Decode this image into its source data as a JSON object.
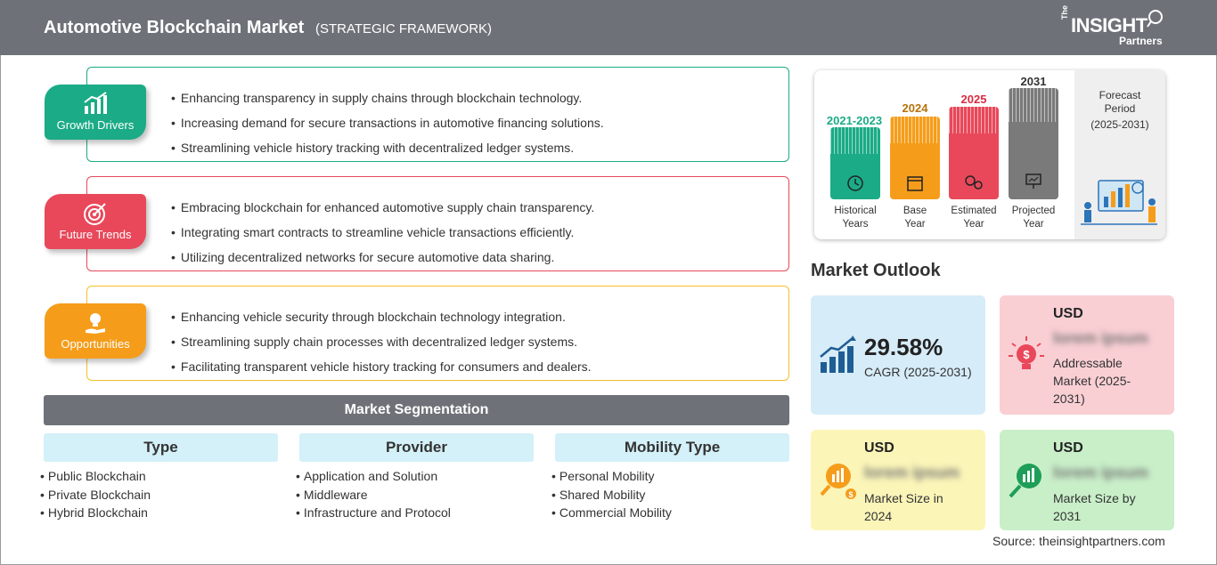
{
  "header": {
    "title": "Automotive Blockchain Market",
    "subtitle": "(STRATEGIC FRAMEWORK)"
  },
  "logo": {
    "the": "The",
    "insight": "INSIGHT",
    "partners": "Partners"
  },
  "framework": [
    {
      "label": "Growth Drivers",
      "color": "#1bab86",
      "icon": "growth-chart-icon",
      "points": [
        "Enhancing transparency in supply chains through blockchain technology.",
        "Increasing demand for secure transactions in automotive financing solutions.",
        "Streamlining vehicle history tracking with decentralized ledger systems."
      ]
    },
    {
      "label": "Future Trends",
      "color": "#e8485a",
      "icon": "target-icon",
      "points": [
        "Embracing blockchain for enhanced automotive supply chain transparency.",
        "Integrating smart contracts to streamline vehicle transactions efficiently.",
        "Utilizing decentralized networks for secure automotive data sharing."
      ]
    },
    {
      "label": "Opportunities",
      "color": "#f59d1b",
      "icon": "lightbulb-hand-icon",
      "points": [
        "Enhancing vehicle security through blockchain technology integration.",
        "Streamlining supply chain processes with decentralized ledger systems.",
        "Facilitating transparent vehicle history tracking for consumers and dealers."
      ]
    }
  ],
  "segmentation": {
    "title": "Market Segmentation",
    "columns": [
      {
        "header": "Type",
        "items": [
          "Public Blockchain",
          "Private Blockchain",
          "Hybrid Blockchain"
        ]
      },
      {
        "header": "Provider",
        "items": [
          "Application and Solution",
          "Middleware",
          "Infrastructure and Protocol"
        ]
      },
      {
        "header": "Mobility Type",
        "items": [
          "Personal Mobility",
          "Shared Mobility",
          "Commercial Mobility"
        ]
      }
    ]
  },
  "timeline": {
    "bars": [
      {
        "year": "2021-2023",
        "label1": "Historical",
        "label2": "Years",
        "color": "#1bab86",
        "icon": "history-clock-icon"
      },
      {
        "year": "2024",
        "label1": "Base",
        "label2": "Year",
        "color": "#f59d1b",
        "icon": "calendar-icon"
      },
      {
        "year": "2025",
        "label1": "Estimated",
        "label2": "Year",
        "color": "#e8485a",
        "icon": "gears-icon"
      },
      {
        "year": "2031",
        "label1": "Projected",
        "label2": "Year",
        "color": "#7a7a7a",
        "icon": "presentation-icon"
      }
    ],
    "forecast": {
      "line1": "Forecast",
      "line2": "Period",
      "range": "(2025-2031)"
    }
  },
  "outlook": {
    "title": "Market Outlook",
    "cagr": {
      "value": "29.58%",
      "label": "CAGR (2025-2031)",
      "bg": "#d6ecf8"
    },
    "addressable": {
      "usd": "USD",
      "value": "lorem ipsum",
      "desc1": "Addressable",
      "desc2": "Market (2025-",
      "desc3": "2031)",
      "bg": "#f9cfd4"
    },
    "size2024": {
      "usd": "USD",
      "value": "lorem ipsum",
      "desc1": "Market Size in",
      "desc2": "2024",
      "bg": "#fbf5b8"
    },
    "size2031": {
      "usd": "USD",
      "value": "lorem ipsum",
      "desc1": "Market Size by",
      "desc2": "2031",
      "bg": "#c9efc9"
    }
  },
  "source": "Source: theinsightpartners.com"
}
